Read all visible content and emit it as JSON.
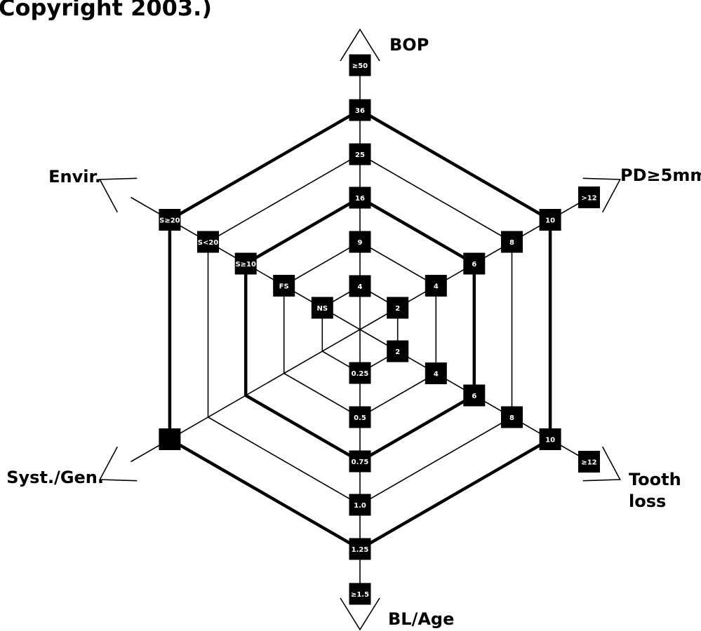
{
  "caption": "Copyright 2003.)",
  "diagram": {
    "type": "radar",
    "colors": {
      "line": "#000000",
      "box": "#000000",
      "box_text": "#ffffff"
    },
    "axes": [
      {
        "id": "bop",
        "label_lines": [
          "BOP"
        ],
        "ticks": [
          "4",
          "9",
          "16",
          "25",
          "36",
          "≥50"
        ]
      },
      {
        "id": "pd",
        "label_lines": [
          "PD≥5mm"
        ],
        "ticks": [
          "2",
          "4",
          "6",
          "8",
          "10",
          ">12"
        ]
      },
      {
        "id": "tooth",
        "label_lines": [
          "Tooth",
          "loss"
        ],
        "ticks": [
          "2",
          "4",
          "6",
          "8",
          "10",
          "≥12"
        ]
      },
      {
        "id": "bl",
        "label_lines": [
          "BL/Age"
        ],
        "ticks": [
          "0.25",
          "0.5",
          "0.75",
          "1.0",
          "1.25",
          "≥1.5"
        ]
      },
      {
        "id": "syst",
        "label_lines": [
          "Syst./Gen."
        ],
        "ticks": [
          "",
          "",
          "",
          "",
          "",
          ""
        ]
      },
      {
        "id": "envir",
        "label_lines": [
          "Envir."
        ],
        "ticks": [
          "NS",
          "FS",
          "S≥10",
          "S<20",
          "S≥20",
          ""
        ]
      }
    ],
    "heavy_rings": [
      2,
      4
    ]
  }
}
